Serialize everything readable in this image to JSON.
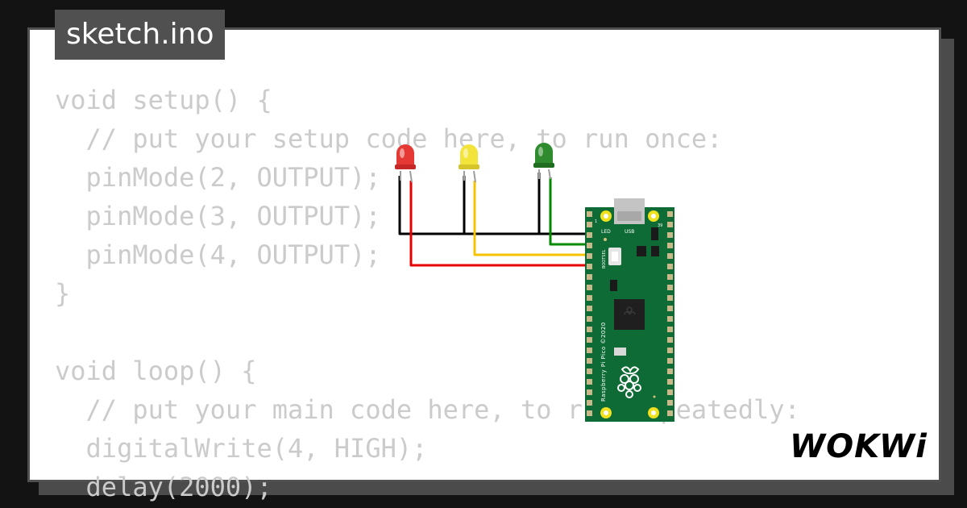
{
  "window": {
    "title": "sketch.ino"
  },
  "editor": {
    "lines": [
      "void setup() {",
      "  // put your setup code here, to run once:",
      "  pinMode(2, OUTPUT);",
      "  pinMode(3, OUTPUT);",
      "  pinMode(4, OUTPUT);",
      "}",
      "",
      "void loop() {",
      "  // put your main code here, to run repeatedly:",
      "  digitalWrite(4, HIGH);",
      "  delay(2000);"
    ]
  },
  "circuit": {
    "leds": [
      {
        "name": "red",
        "color": "#e53935"
      },
      {
        "name": "yellow",
        "color": "#f2e43a"
      },
      {
        "name": "green",
        "color": "#2e8b2e"
      }
    ],
    "wire_colors": {
      "ground": "#000000",
      "red": "#e60000",
      "yellow": "#f5c400",
      "green": "#008a00"
    },
    "board": {
      "color": "#0e6b35",
      "labels": {
        "led": "LED",
        "usb": "USB",
        "bootsel": "BOOTSEL",
        "pin_top_left": "1",
        "pin_top_right": "39",
        "model": "Raspberry Pi Pico ©2020"
      }
    }
  },
  "brand": {
    "name": "WOKWi"
  },
  "colors": {
    "background": "#131313",
    "card": "#ffffff",
    "tab": "#505050",
    "code_text": "#cbcbcb"
  }
}
